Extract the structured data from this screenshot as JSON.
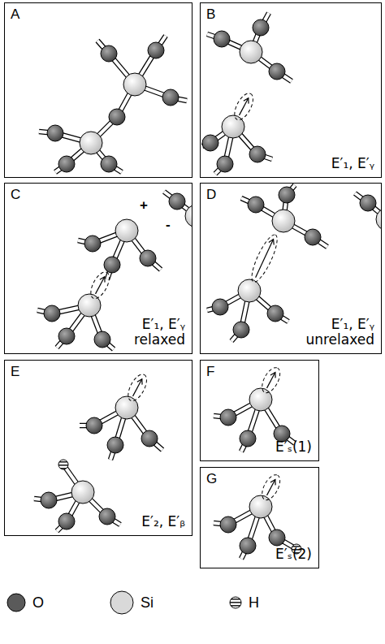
{
  "diagram": {
    "nodes": [
      {
        "text": [
          "A"
        ]
      },
      {
        "text": [
          "B",
          "E′₁, E′ᵧ"
        ]
      },
      {
        "text": [
          "C",
          "E′₁, E′ᵧ",
          "relaxed"
        ]
      },
      {
        "text": [
          "D",
          "E′₁, E′ᵧ",
          "unrelaxed"
        ]
      },
      {
        "text": [
          "E",
          "E′₂, E′ᵦ"
        ]
      },
      {
        "text": [
          "F",
          "E′ₛ(1)"
        ]
      },
      {
        "text": [
          "G",
          "E′ₛ(2)"
        ]
      }
    ],
    "edges": [],
    "labels": [
      "+",
      "-"
    ],
    "legend": [
      {
        "text": "O",
        "color": "#5a5a5a"
      },
      {
        "text": "Si",
        "color": "#d9d9d9"
      },
      {
        "text": "H"
      }
    ]
  }
}
